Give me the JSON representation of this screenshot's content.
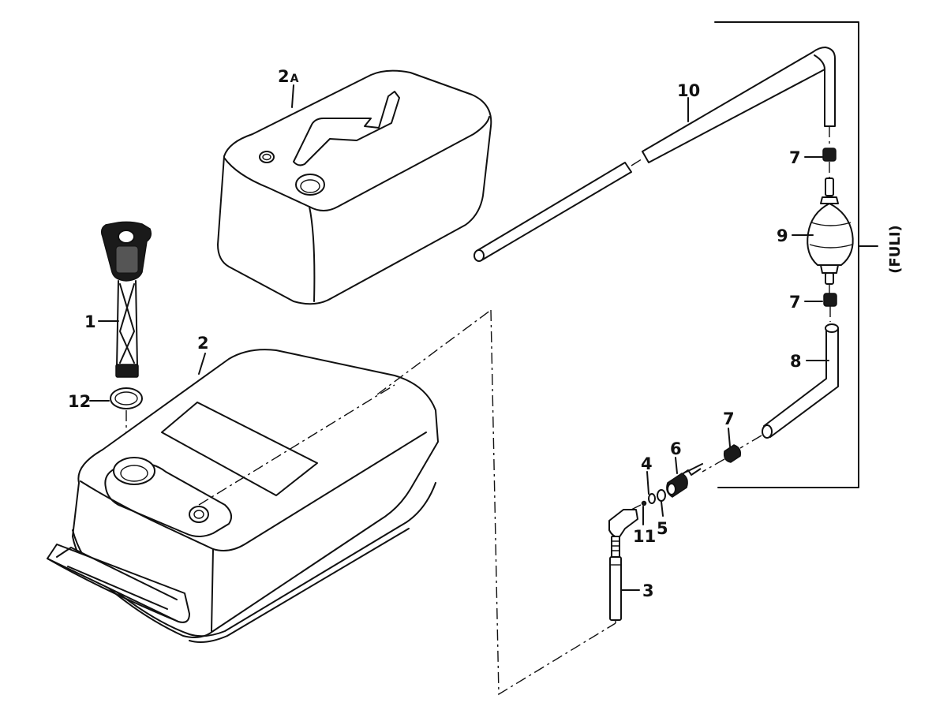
{
  "labels": {
    "p1": "1",
    "p2": "2",
    "p2a_num": "2",
    "p2a_suffix": "A",
    "p3": "3",
    "p4": "4",
    "p5": "5",
    "p6": "6",
    "p7a": "7",
    "p7b": "7",
    "p7c": "7",
    "p8": "8",
    "p9": "9",
    "p10": "10",
    "p11": "11",
    "p12": "12"
  },
  "side_label": "(FULI)"
}
